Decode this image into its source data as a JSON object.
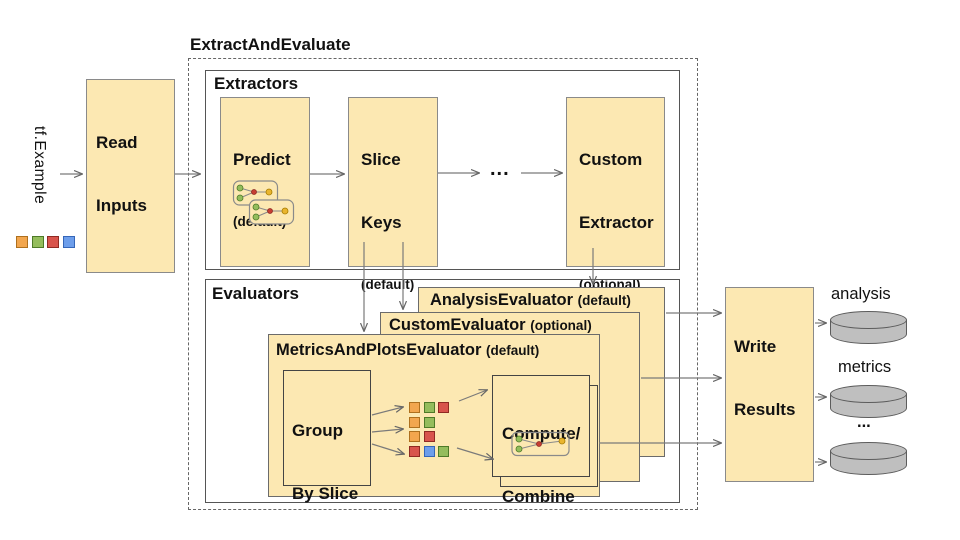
{
  "title": "ExtractAndEvaluate",
  "input": {
    "label": "tf.Example"
  },
  "read_inputs": {
    "line1": "Read",
    "line2": "Inputs"
  },
  "extractors": {
    "label": "Extractors",
    "predict": {
      "name": "Predict",
      "qualifier": "(default)"
    },
    "slice_keys": {
      "line1": "Slice",
      "line2": "Keys",
      "qualifier": "(default)"
    },
    "ellipsis": "...",
    "custom": {
      "line1": "Custom",
      "line2": "Extractor",
      "qualifier": "(optional)"
    }
  },
  "evaluators": {
    "label": "Evaluators",
    "analysis": {
      "name": "AnalysisEvaluator",
      "qualifier": "(default)"
    },
    "custom": {
      "name": "CustomEvaluator",
      "qualifier": "(optional)"
    },
    "metrics_and_plots": {
      "name": "MetricsAndPlotsEvaluator",
      "qualifier": "(default)"
    },
    "group_by_slice": {
      "line1": "Group",
      "line2": "By Slice"
    },
    "compute_combine": {
      "line1": "Compute/",
      "line2": "Combine"
    }
  },
  "write_results": {
    "line1": "Write",
    "line2": "Results"
  },
  "outputs": {
    "labels": [
      "analysis",
      "metrics",
      "..."
    ]
  },
  "legend": {
    "colors": [
      "orange",
      "green",
      "red",
      "blue"
    ]
  },
  "slice_grid": {
    "rows": [
      [
        "orange",
        "green",
        "red"
      ],
      [
        "orange",
        "green"
      ],
      [
        "orange",
        "red"
      ],
      [
        "red",
        "blue",
        "green"
      ]
    ]
  },
  "palette": {
    "orange": {
      "fill": "#F2A64E",
      "border": "#AE701E"
    },
    "green": {
      "fill": "#94BD5C",
      "border": "#4E7A28"
    },
    "red": {
      "fill": "#D8544C",
      "border": "#8F2A23"
    },
    "blue": {
      "fill": "#6D9EEB",
      "border": "#3566B8"
    }
  },
  "colors": {
    "box_fill": "#FCE8B2",
    "box_border": "#8A8A8A",
    "arrow": "#777777",
    "cylinder_fill": "#BFBFBF",
    "cylinder_border": "#5C5C5C"
  }
}
